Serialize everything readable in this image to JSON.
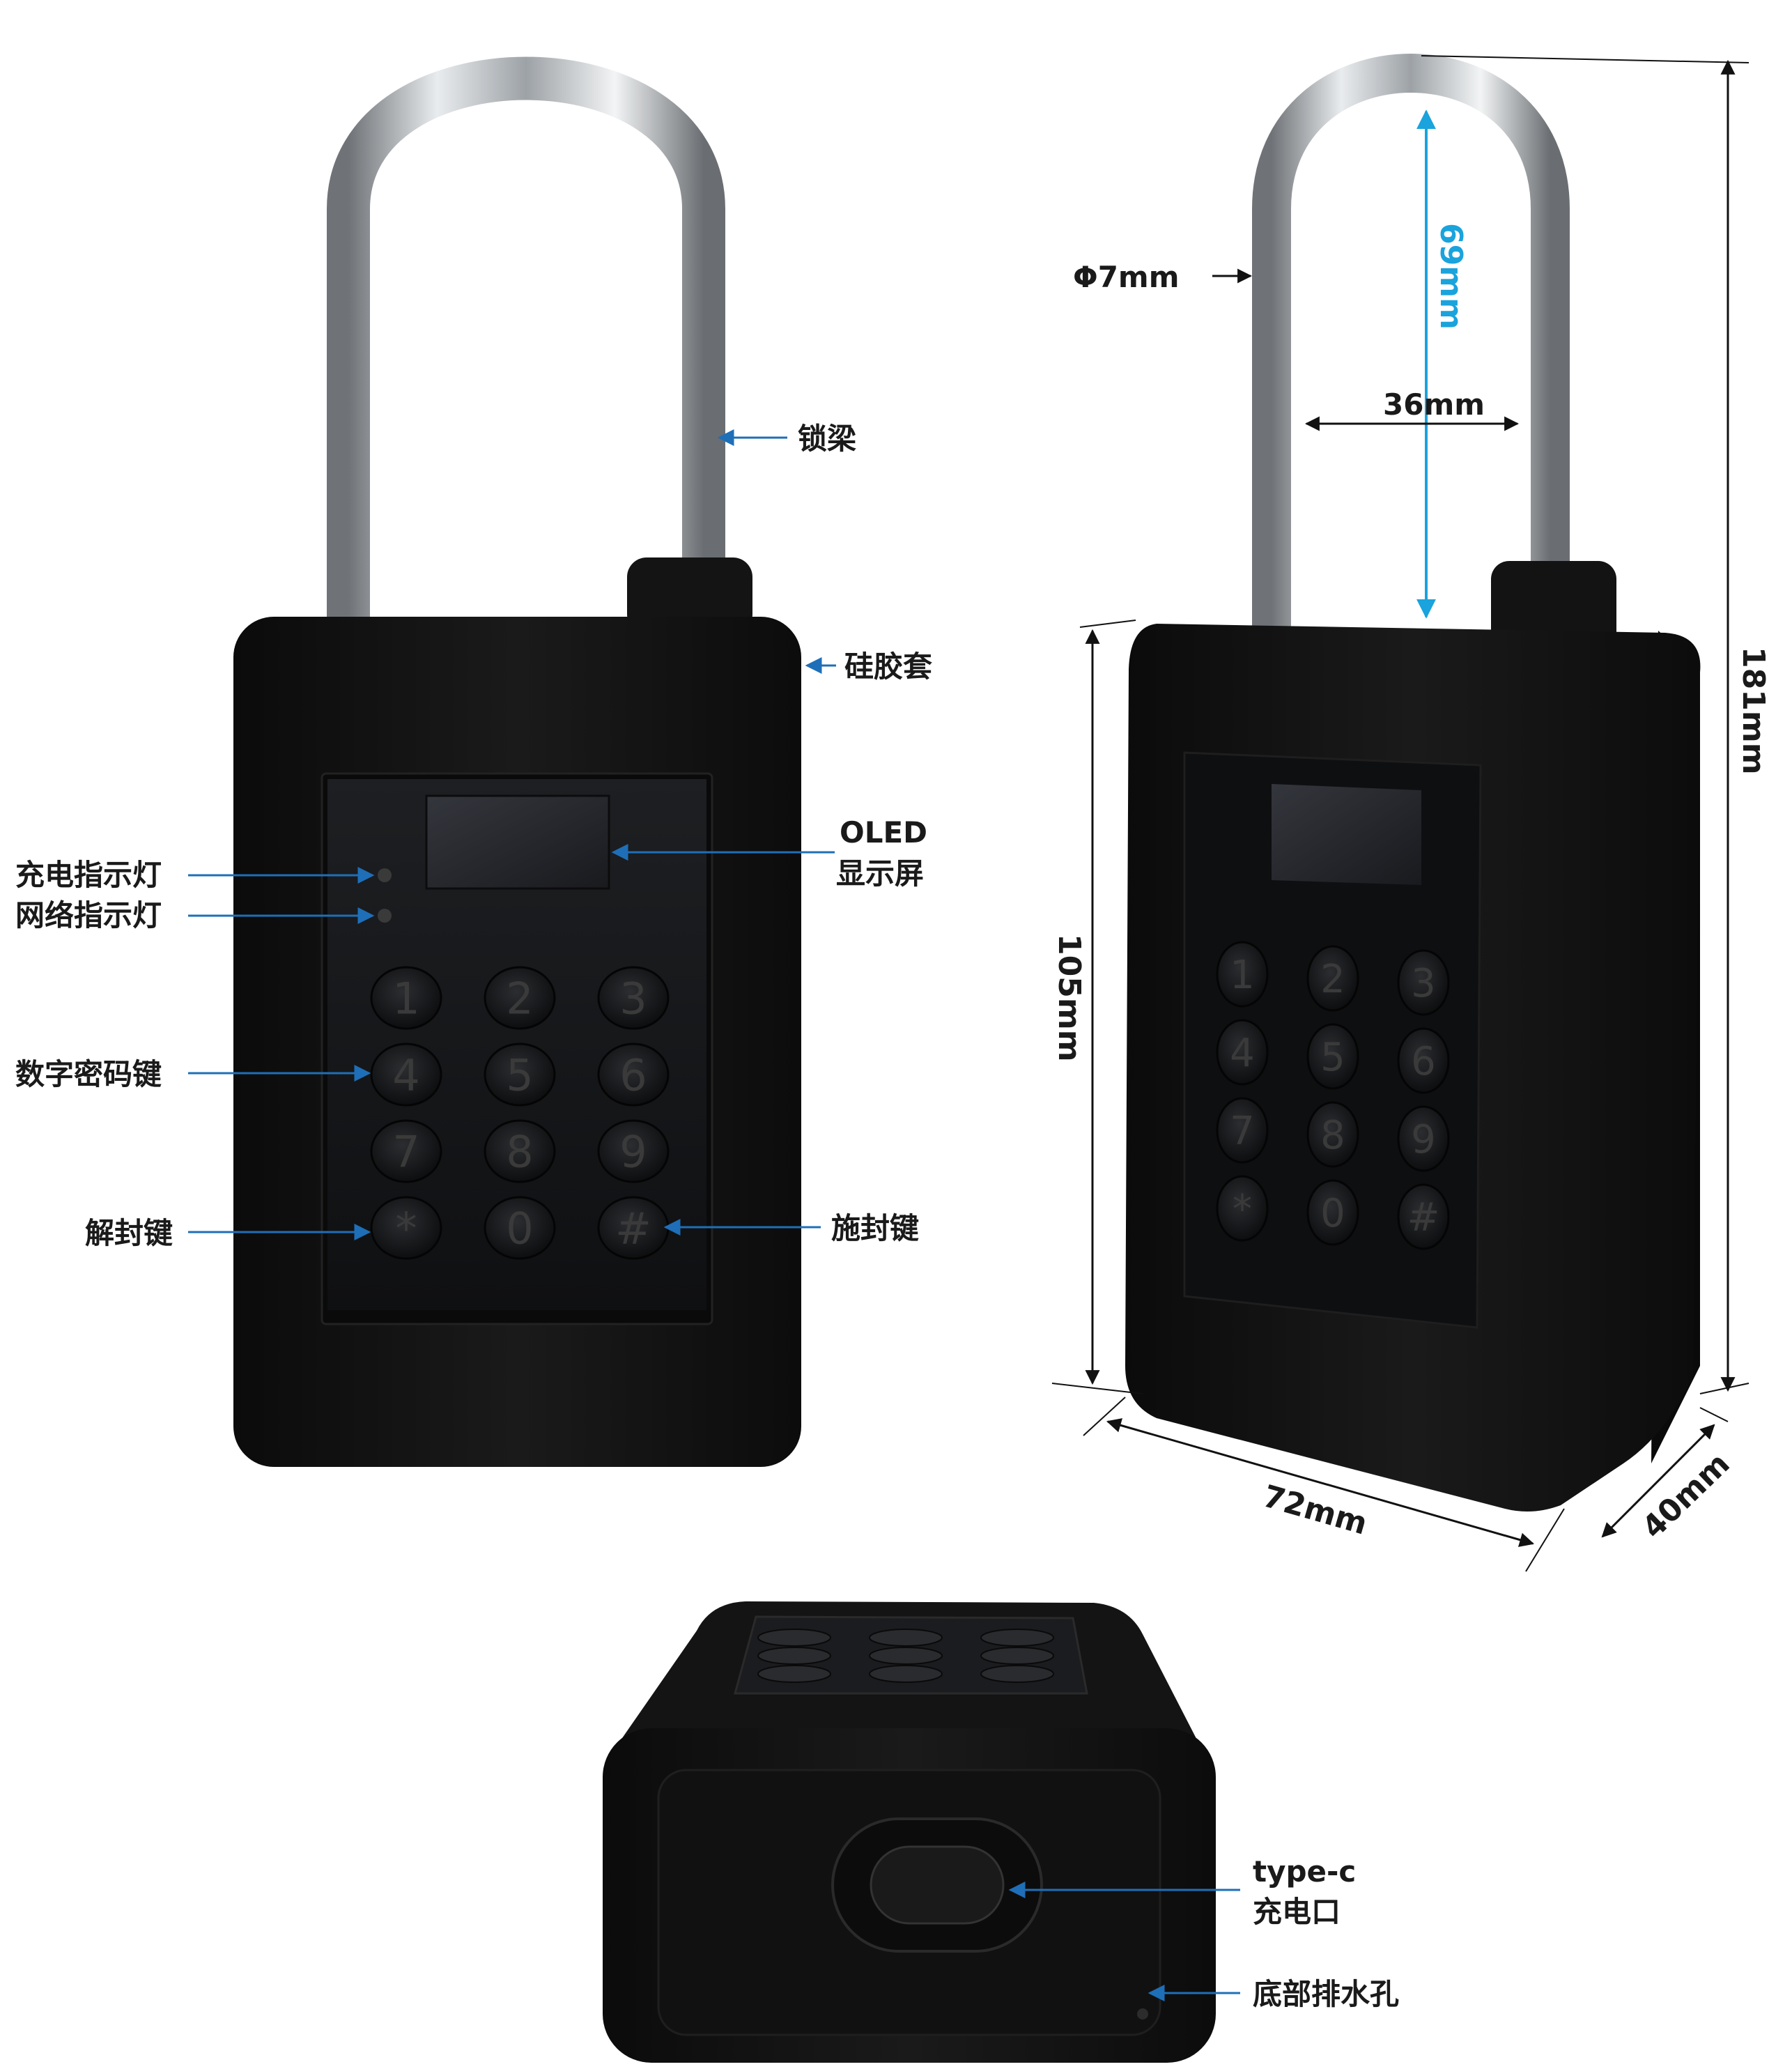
{
  "callouts": {
    "shackle": "锁梁",
    "silicone_cover": "硅胶套",
    "oled_line1": "OLED",
    "oled_line2": "显示屏",
    "charge_indicator": "充电指示灯",
    "network_indicator": "网络指示灯",
    "keypad": "数字密码键",
    "unseal_key": "解封键",
    "seal_key": "施封键",
    "typec_line1": "type-c",
    "typec_line2": "充电口",
    "drain_hole": "底部排水孔"
  },
  "keypad_front": [
    "1",
    "2",
    "3",
    "4",
    "5",
    "6",
    "7",
    "8",
    "9",
    "*",
    "0",
    "#"
  ],
  "keypad_side": [
    "1",
    "2",
    "3",
    "4",
    "5",
    "6",
    "7",
    "8",
    "9",
    "*",
    "0",
    "#"
  ],
  "dimensions": {
    "shackle_diameter": "Φ7mm",
    "shackle_clearance": "69mm",
    "shackle_width": "36mm",
    "total_height": "181mm",
    "body_height": "105mm",
    "body_width": "72mm",
    "body_depth": "40mm"
  },
  "colors": {
    "body": "#121212",
    "callout_arrow": "#1e6fb8",
    "dimension_blue": "#1aa3dc",
    "shackle_steel": "#b8bcc0"
  }
}
